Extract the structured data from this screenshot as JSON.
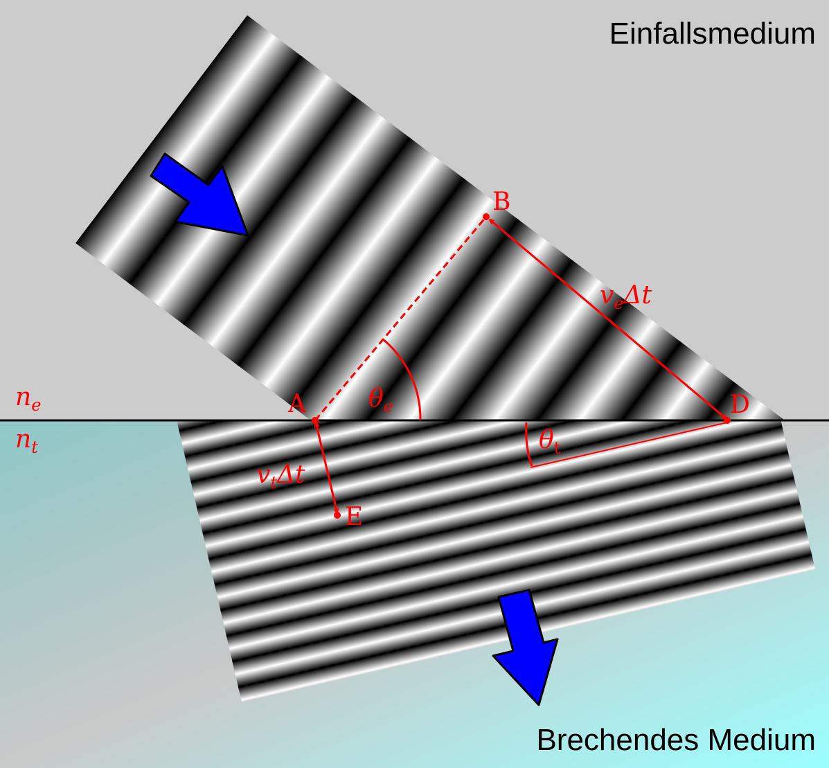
{
  "labels": {
    "incident_medium": "Einfallsmedium",
    "refracting_medium": "Brechendes Medium"
  },
  "refractive_indices": {
    "incident": {
      "symbol": "n",
      "sub": "e"
    },
    "transmitted": {
      "symbol": "n",
      "sub": "t"
    }
  },
  "points": {
    "A": "A",
    "B": "B",
    "D": "D",
    "E": "E"
  },
  "distances": {
    "incident": {
      "v": "v",
      "sub": "e",
      "delta_t": "Δt"
    },
    "transmitted": {
      "v": "v",
      "sub": "t",
      "delta_t": "Δt"
    }
  },
  "angles": {
    "incident": {
      "symbol": "θ",
      "sub": "e"
    },
    "transmitted": {
      "symbol": "θ",
      "sub": "t"
    }
  },
  "colors": {
    "incident_background": "#cccccc",
    "refracting_gradient_start": "#8fc9c9",
    "refracting_gradient_end": "#99ffff",
    "annotation": "#ff0000",
    "direction_arrow": "#0000ff",
    "interface_line": "#000000"
  }
}
